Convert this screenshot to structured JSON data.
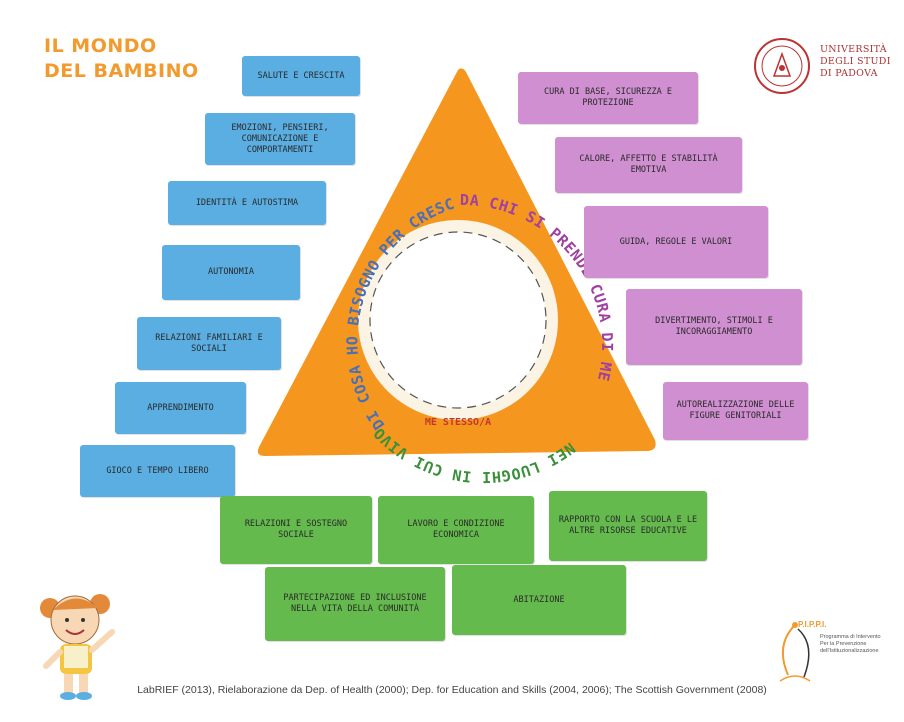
{
  "title": {
    "line1": "IL MONDO",
    "line2": "DEL BAMBINO"
  },
  "university": {
    "line1": "UNIVERSITÀ",
    "line2": "DEGLI STUDI",
    "line3": "DI PADOVA"
  },
  "triangle": {
    "left_text": "DI COSA HO BISOGNO PER CRESCERE",
    "right_text": "DA CHI SI PRENDE CURA DI ME",
    "bottom_text": "NEI LUOGHI IN CUI VIVO",
    "center_label": "ME STESSO/A"
  },
  "blue_boxes": [
    "Salute e crescita",
    "Emozioni, pensieri, comunicazione e comportamenti",
    "Identità e autostima",
    "Autonomia",
    "Relazioni familiari e sociali",
    "Apprendimento",
    "Gioco e tempo libero"
  ],
  "pink_boxes": [
    "Cura di base, sicurezza e protezione",
    "Calore, affetto e stabilità emotiva",
    "Guida, regole e valori",
    "Divertimento, stimoli e incoraggiamento",
    "Autorealizzazione delle figure genitoriali"
  ],
  "green_boxes": [
    "Relazioni e sostegno sociale",
    "Lavoro e condizione economica",
    "Rapporto con la scuola e le altre risorse educative",
    "Partecipazione ed inclusione nella vita della comunità",
    "Abitazione"
  ],
  "pippi": {
    "logo_text": "P.I.P.P.I.",
    "line1": "Programma di Intervento",
    "line2": "Per la Prevenzione",
    "line3": "dell'Istituzionalizzazione"
  },
  "footer": "LabRIEF (2013), Rielaborazione da Dep. of Health (2000); Dep. for Education and Skills (2004, 2006); The Scottish Government (2008)",
  "colors": {
    "orange": "#f5971f",
    "blue": "#5aaee2",
    "pink": "#cf8fd0",
    "green": "#64ba4d",
    "title": "#f29a2e",
    "text_left": "#4a6fb5",
    "text_right": "#a040a0",
    "text_bottom": "#3a8f3a"
  }
}
